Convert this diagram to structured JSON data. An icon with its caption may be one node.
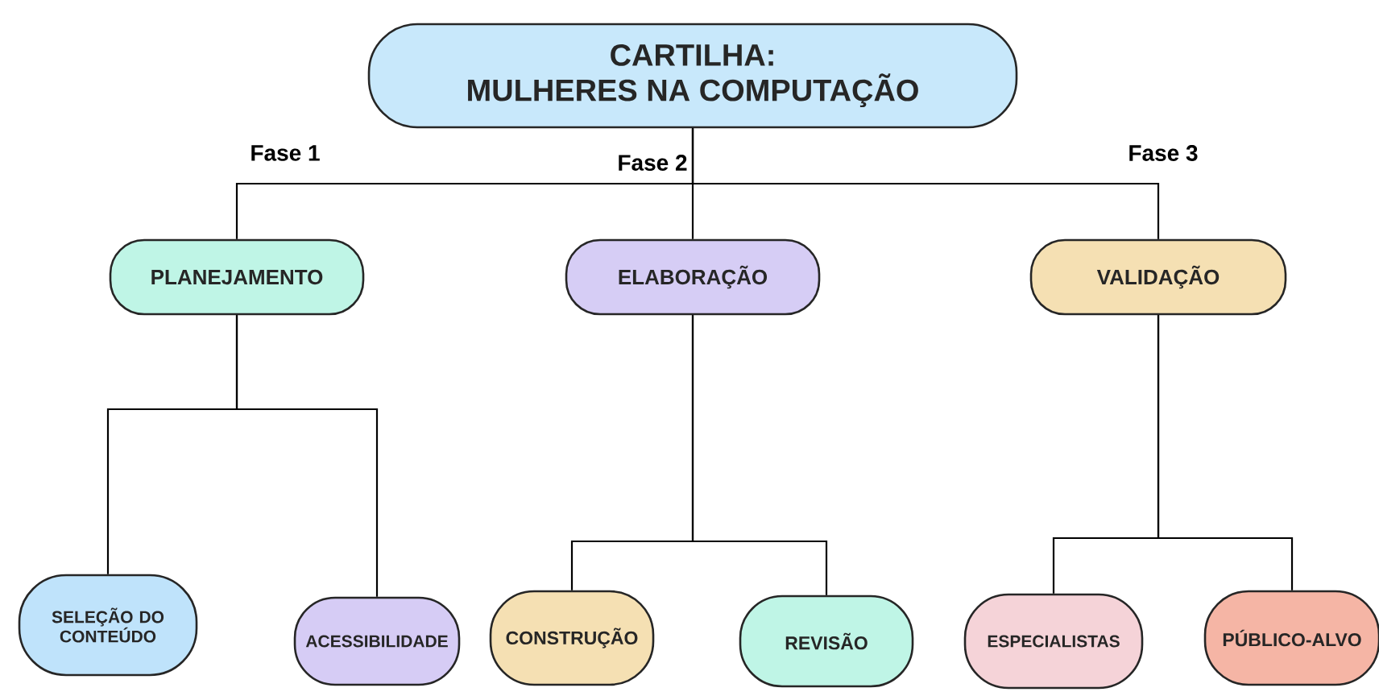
{
  "diagram": {
    "nodes": [
      {
        "text": [
          "CARTILHA:",
          "MULHERES NA COMPUTAÇÃO"
        ]
      },
      {
        "text": [
          "PLANEJAMENTO"
        ]
      },
      {
        "text": [
          "ELABORAÇÃO"
        ]
      },
      {
        "text": [
          "VALIDAÇÃO"
        ]
      },
      {
        "text": [
          "SELEÇÃO DO CONTEÚDO"
        ]
      },
      {
        "text": [
          "ACESSIBILIDADE"
        ]
      },
      {
        "text": [
          "CONSTRUÇÃO"
        ]
      },
      {
        "text": [
          "REVISÃO"
        ]
      },
      {
        "text": [
          "ESPECIALISTAS"
        ]
      },
      {
        "text": [
          "PÚBLICO-ALVO"
        ]
      }
    ],
    "edges": [
      {
        "from": 0,
        "to": 1,
        "arrow": "none"
      },
      {
        "from": 0,
        "to": 2,
        "arrow": "none"
      },
      {
        "from": 0,
        "to": 3,
        "arrow": "none"
      },
      {
        "from": 1,
        "to": 4,
        "arrow": "none"
      },
      {
        "from": 1,
        "to": 5,
        "arrow": "none"
      },
      {
        "from": 2,
        "to": 6,
        "arrow": "none"
      },
      {
        "from": 2,
        "to": 7,
        "arrow": "none"
      },
      {
        "from": 3,
        "to": 8,
        "arrow": "none"
      },
      {
        "from": 3,
        "to": 9,
        "arrow": "none"
      }
    ],
    "labels": [
      "Fase 1",
      "Fase 2",
      "Fase 3"
    ]
  }
}
